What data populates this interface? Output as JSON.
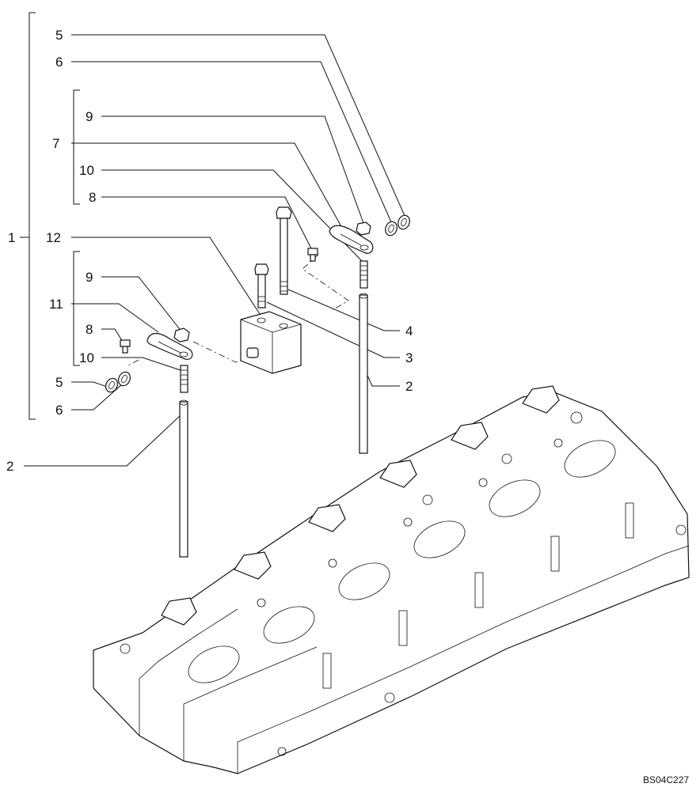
{
  "diagram": {
    "drawing_code": "BS04C227",
    "callouts": [
      "1",
      "2",
      "2",
      "3",
      "4",
      "5",
      "5",
      "6",
      "6",
      "7",
      "8",
      "8",
      "9",
      "9",
      "10",
      "10",
      "11",
      "12"
    ]
  }
}
